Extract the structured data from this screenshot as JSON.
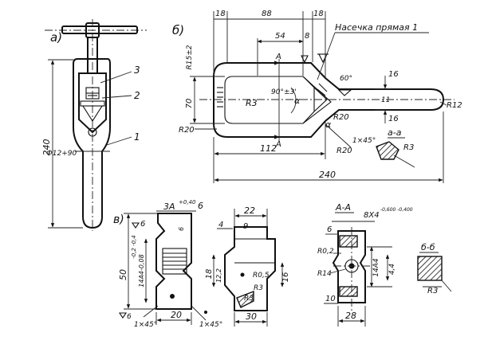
{
  "view_a": {
    "label": "а)",
    "dim_length": "240",
    "dim_dia": "Ф12+90",
    "callouts": [
      "3",
      "2",
      "1"
    ]
  },
  "view_b": {
    "label": "б)",
    "dims_top": [
      "18",
      "88",
      "54",
      "8",
      "18"
    ],
    "note": "Насечка прямая 1",
    "section_mark": "А",
    "side_dims": [
      "R15±2",
      "70"
    ],
    "radius": "R3",
    "angle_90": "90°±3'",
    "angle_a": "α",
    "angle_60": "60°",
    "r20_left": "R20",
    "r20_right": "R20",
    "r20_bottom": "R20",
    "dim_112": "112",
    "dim_240": "240",
    "r12": "R12",
    "dim_16_top": "16",
    "dim_16_bottom": "16",
    "dim_11": "11",
    "chamfer": "1×45°",
    "section_aa_label": "а-а",
    "section_r3": "R3"
  },
  "view_c": {
    "label": "в)",
    "dim_3a": "3A",
    "tol_3a": "+0,40",
    "dim_6": "6",
    "dim_6_small": "6",
    "dim_50": "50",
    "tol_50": "-0,2 -0,4",
    "dim_14": "14A4-0,08",
    "chamfer_left": "1×45°",
    "chamfer_right": "1×45°",
    "dim_20": "20",
    "roughness_6": "6",
    "dim_22": "22",
    "dim_4": "4",
    "dim_9": "9",
    "dim_18": "18",
    "dim_12": "12,2",
    "r05": "R0,5",
    "r3a": "R3",
    "r3b": "R3",
    "dim_16": "16",
    "dim_30": "30"
  },
  "section_a_a": {
    "label": "А-А",
    "dim_8x": "8X4",
    "tol_8x": "-0,600 -0,400",
    "dim_6": "6",
    "r02": "R0,2",
    "r14": "R14",
    "dim_14": "14A4",
    "dim_4": "4,4",
    "dim_10": "10",
    "dim_28": "28"
  },
  "section_b_b": {
    "label": "б-б",
    "radius": "R3"
  }
}
